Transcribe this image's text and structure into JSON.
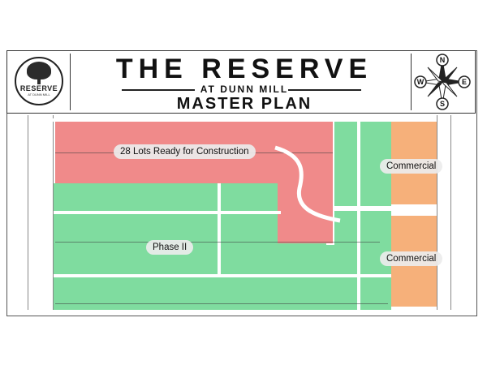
{
  "header": {
    "title": "THE RESERVE",
    "subtitle": "AT DUNN MILL",
    "plan_label": "MASTER PLAN"
  },
  "logo": {
    "name": "RESERVE",
    "tagline": "AT DUNN MILL"
  },
  "compass": {
    "north": "N",
    "south": "S",
    "east": "E",
    "west": "W"
  },
  "map": {
    "labels": {
      "ready_lots": "28 Lots Ready for Construction",
      "phase2": "Phase II",
      "commercial_top": "Commercial",
      "commercial_bottom": "Commercial"
    },
    "zone_colors": {
      "ready": "#f08a8a",
      "phase2": "#7fdc9f",
      "commercial": "#f6b07a"
    }
  }
}
